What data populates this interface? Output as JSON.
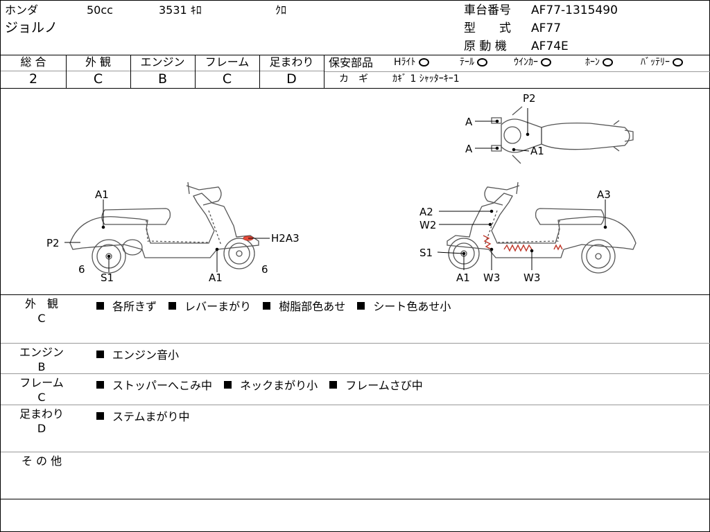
{
  "header": {
    "maker": "ホンダ",
    "displacement": "50cc",
    "mileage": "3531 ｷﾛ",
    "color": "ｸﾛ",
    "model_name": "ジョルノ",
    "frame_no_label": "車台番号",
    "frame_no": "AF77-1315490",
    "model_code_label": "型　　式",
    "model_code": "AF77",
    "engine_label": "原 動 機",
    "engine_code": "AF74E"
  },
  "grades": [
    {
      "label": "総 合",
      "value": "2"
    },
    {
      "label": "外 観",
      "value": "C"
    },
    {
      "label": "エンジン",
      "value": "B"
    },
    {
      "label": "フレーム",
      "value": "C"
    },
    {
      "label": "足まわり",
      "value": "D"
    }
  ],
  "safety": {
    "title": "保安部品",
    "items": [
      {
        "label": "Hﾗｲﾄ"
      },
      {
        "label": "ﾃｰﾙ"
      },
      {
        "label": "ｳｲﾝｶｰ"
      },
      {
        "label": "ﾎｰﾝ"
      },
      {
        "label": "ﾊﾞｯﾃﾘｰ"
      }
    ],
    "key_label": "カ　ギ",
    "key_value": "ｶｷﾞ 1  ｼｬｯﾀｰｷｰ1"
  },
  "diagram": {
    "left": {
      "a1": "A1",
      "p2": "P2",
      "six_rear": "6",
      "s1": "S1",
      "h2a3": "H2A3",
      "a1_front": "A1",
      "six_front": "6"
    },
    "right": {
      "a2": "A2",
      "w2": "W2",
      "s1": "S1",
      "a1": "A1",
      "w3_a": "W3",
      "w3_b": "W3",
      "a3": "A3"
    },
    "top": {
      "p2": "P2",
      "a_upper": "A",
      "a_lower": "A",
      "a1": "A1"
    },
    "damage_color": "#c0392b"
  },
  "sections": [
    {
      "label": "外　観",
      "grade": "C",
      "remarks": [
        "各所きず",
        "レバーまがり",
        "樹脂部色あせ",
        "シート色あせ小"
      ]
    },
    {
      "label": "エンジン",
      "grade": "B",
      "remarks": [
        "エンジン音小"
      ]
    },
    {
      "label": "フレーム",
      "grade": "C",
      "remarks": [
        "ストッパーへこみ中",
        "ネックまがり小",
        "フレームさび中"
      ]
    },
    {
      "label": "足まわり",
      "grade": "D",
      "remarks": [
        "ステムまがり中"
      ]
    },
    {
      "label": "そ の 他",
      "grade": "",
      "remarks": []
    }
  ]
}
